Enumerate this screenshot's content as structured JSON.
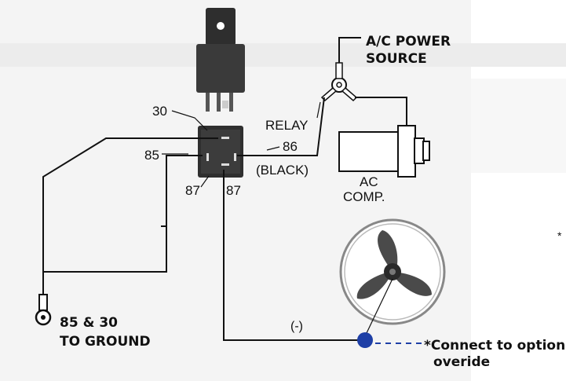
{
  "labels": {
    "pin_30": "30",
    "pin_85": "85",
    "pin_86": "86",
    "pin_87a": "87",
    "pin_87b": "87",
    "black": "(BLACK)",
    "relay": "RELAY",
    "power_source_line1": "A/C POWER",
    "power_source_line2": "SOURCE",
    "ac_comp_line1": "AC",
    "ac_comp_line2": "COMP.",
    "ground_line1": "85 & 30",
    "ground_line2": "TO GROUND",
    "negative": "(-)",
    "asterisk": "*",
    "override_line1": "*Connect to optional",
    "override_line2": "overide"
  },
  "colors": {
    "background_band": "#f0f0f0",
    "relay_body": "#3a3a3a",
    "relay_side": "#2a2a2a",
    "fan_blade": "#4a4a4a",
    "override_dot": "#1e3fa6",
    "override_dash": "#1e3fa6",
    "wire": "#111111"
  },
  "icons": {
    "relay": "relay-icon",
    "fan": "fan-icon",
    "compressor": "ac-compressor-icon",
    "connector": "y-connector-icon",
    "ground": "ground-terminal-icon"
  }
}
